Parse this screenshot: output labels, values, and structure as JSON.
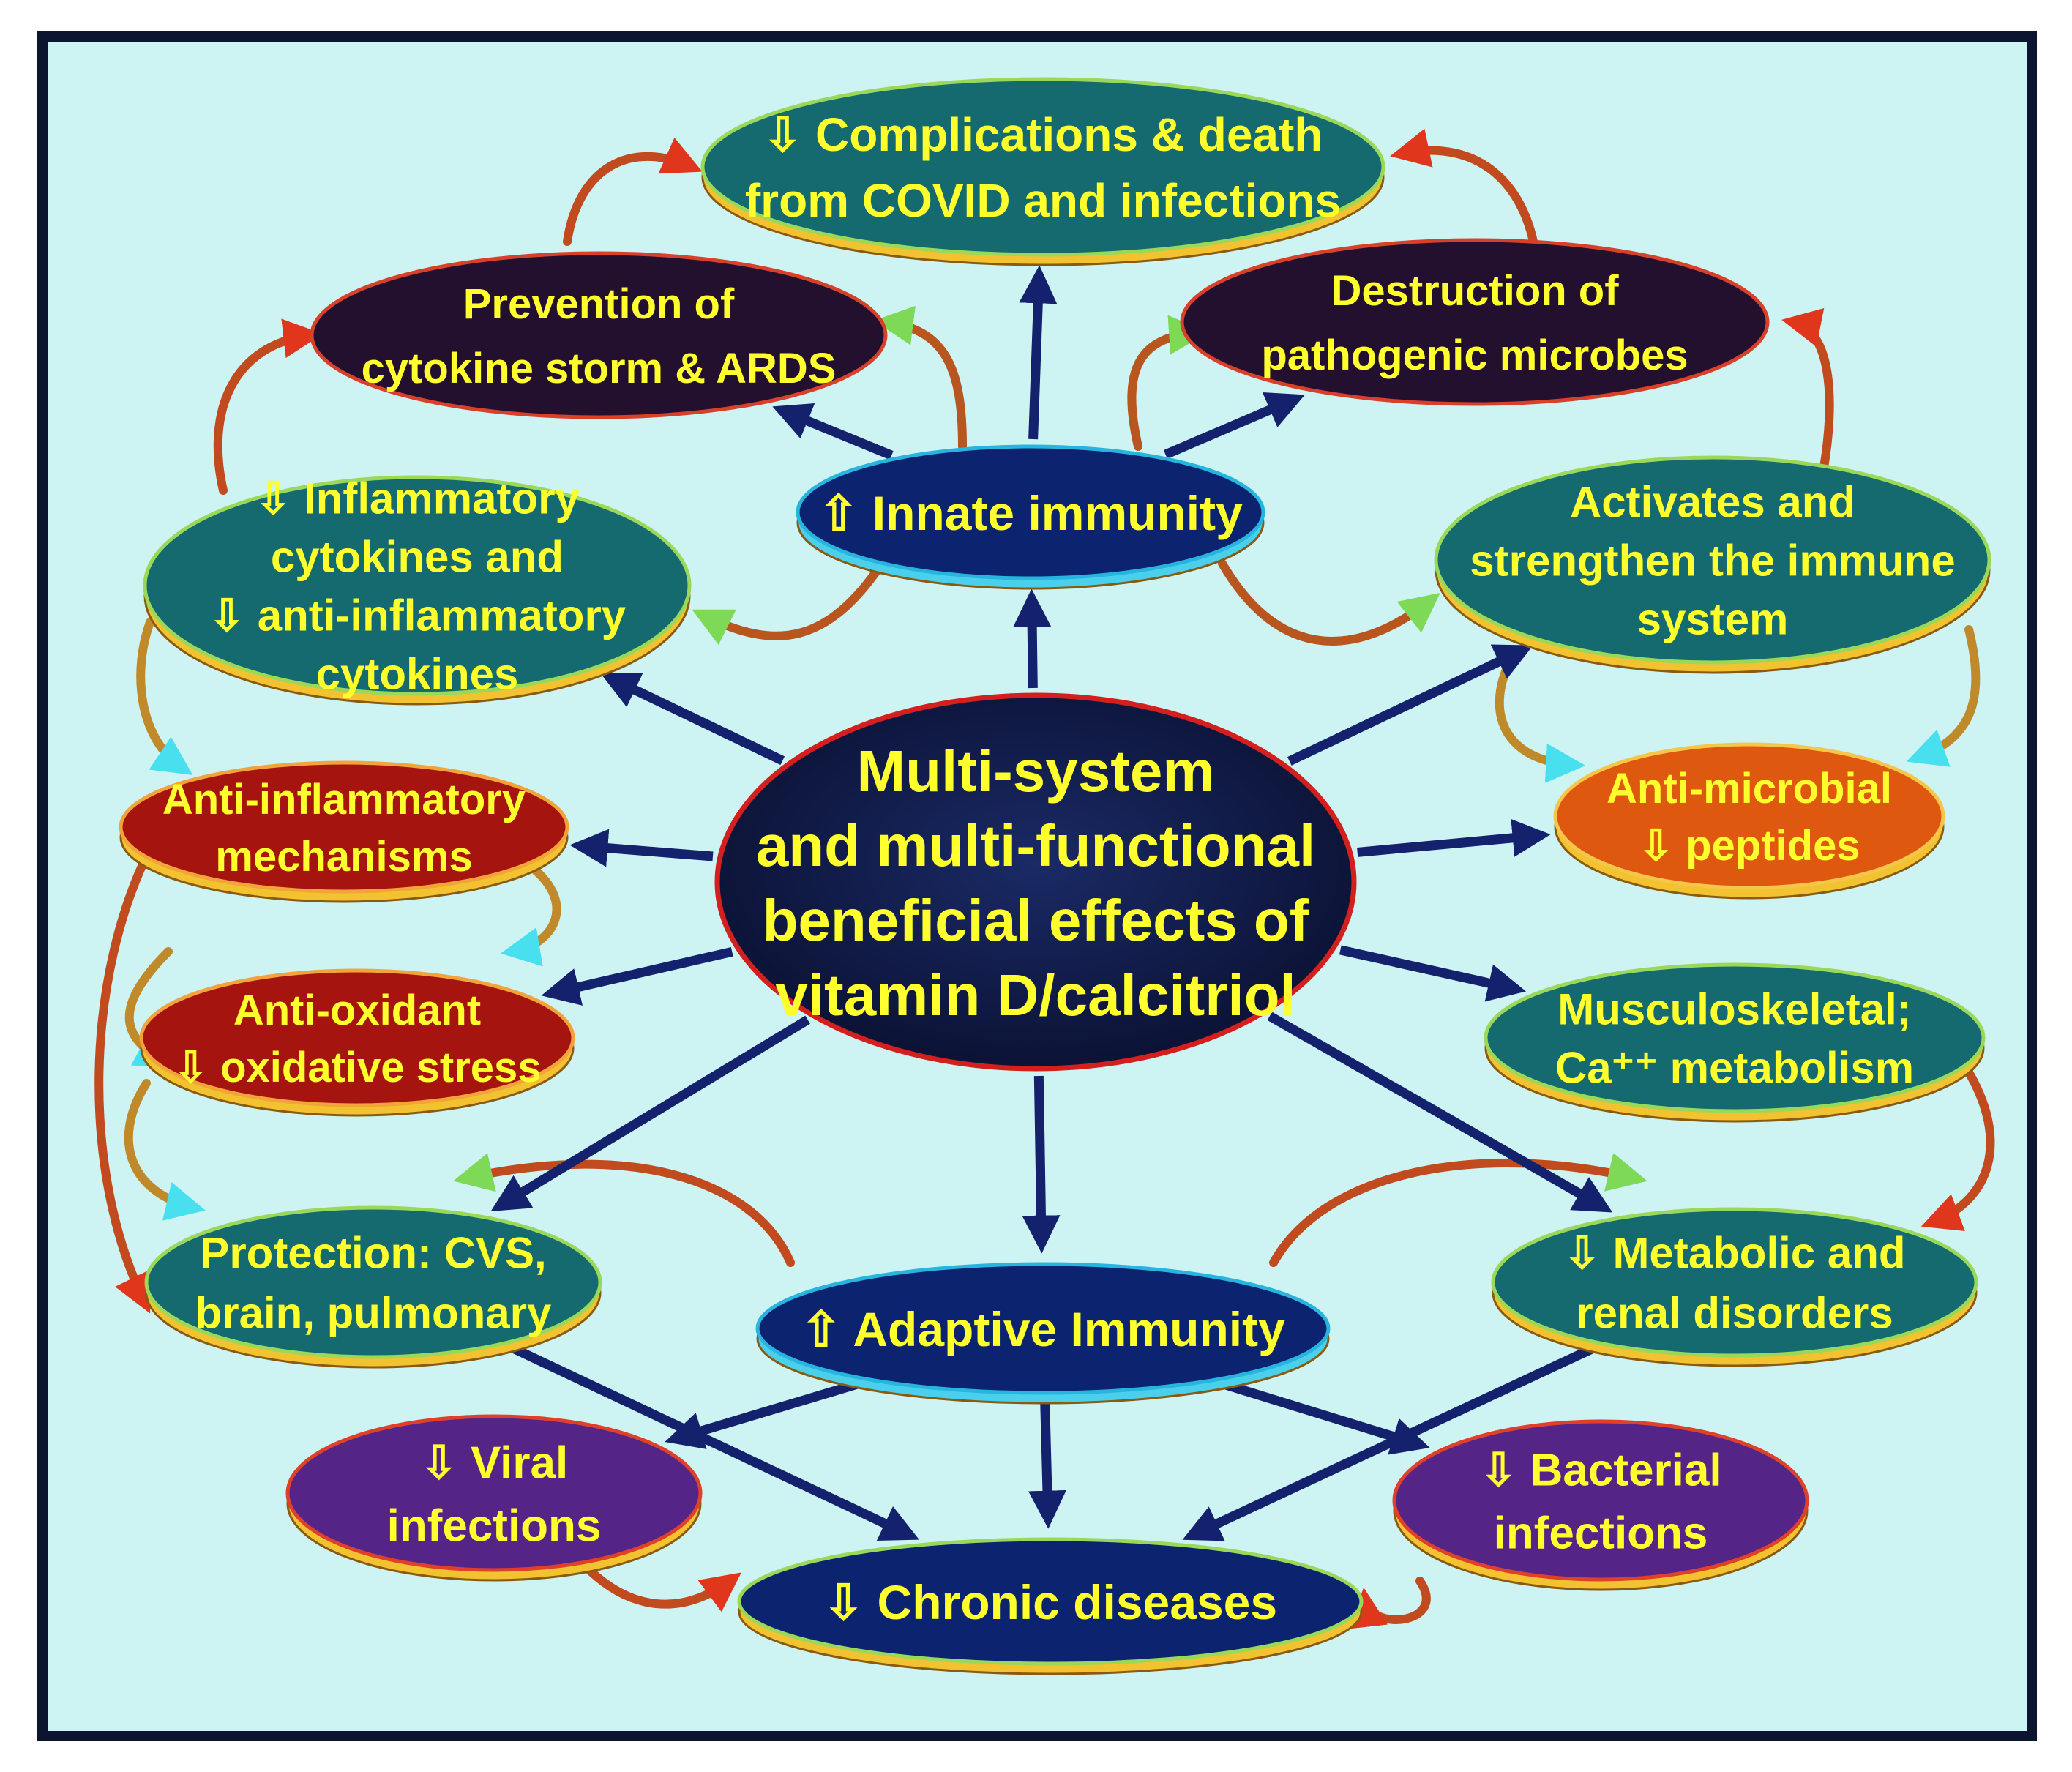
{
  "colors": {
    "background": "#cdf3f3",
    "frame": "#0c1530",
    "text": "#ffff2e",
    "teal": "#146a6e",
    "dark_purple": "#23102f",
    "navy": "#0c2470",
    "red": "#a6140f",
    "orange": "#df5810",
    "purple": "#542587",
    "center": "#0c143a",
    "arrow": "#14226e",
    "connector_warm": "#c24a1f",
    "connector_green": "#5fb83c",
    "connector_cyan": "#3fd2e2"
  },
  "center": {
    "lines": [
      "Multi-system",
      "and multi-functional",
      "beneficial effects of",
      "vitamin D/calcitriol"
    ]
  },
  "hubs": {
    "innate": {
      "lines": [
        "⇧ Innate immunity"
      ]
    },
    "adaptive": {
      "lines": [
        "⇧ Adaptive Immunity"
      ]
    }
  },
  "nodes": {
    "complications": {
      "lines": [
        "⇩ Complications & death",
        "from COVID and infections"
      ]
    },
    "cytokine_storm": {
      "lines": [
        "Prevention of",
        "cytokine storm & ARDS"
      ]
    },
    "destruction": {
      "lines": [
        "Destruction of",
        "pathogenic microbes"
      ]
    },
    "inflammatory_cytokines": {
      "lines": [
        "⇩ Inflammatory",
        "cytokines and",
        "⇩ anti-inflammatory",
        "cytokines"
      ]
    },
    "activates": {
      "lines": [
        "Activates and",
        "strengthen the immune",
        "system"
      ]
    },
    "anti_inflammatory": {
      "lines": [
        "Anti-inflammatory",
        "mechanisms"
      ]
    },
    "antimicrobial": {
      "lines": [
        "Anti-microbial",
        "⇩ peptides"
      ]
    },
    "antioxidant": {
      "lines": [
        "Anti-oxidant",
        "⇩ oxidative stress"
      ]
    },
    "musculoskeletal": {
      "lines": [
        "Musculoskeletal;",
        "Ca⁺⁺ metabolism"
      ]
    },
    "protection": {
      "lines": [
        "Protection: CVS,",
        "brain, pulmonary"
      ]
    },
    "metabolic": {
      "lines": [
        "⇩ Metabolic and",
        "renal disorders"
      ]
    },
    "viral": {
      "lines": [
        "⇩ Viral",
        "infections"
      ]
    },
    "bacterial": {
      "lines": [
        "⇩ Bacterial",
        "infections"
      ]
    },
    "chronic": {
      "lines": [
        "⇩ Chronic diseases"
      ]
    }
  },
  "edges": [
    [
      "center",
      "innate"
    ],
    [
      "center",
      "adaptive"
    ],
    [
      "center",
      "inflammatory_cytokines"
    ],
    [
      "center",
      "activates"
    ],
    [
      "center",
      "anti_inflammatory"
    ],
    [
      "center",
      "antimicrobial"
    ],
    [
      "center",
      "antioxidant"
    ],
    [
      "center",
      "musculoskeletal"
    ],
    [
      "center",
      "protection"
    ],
    [
      "center",
      "metabolic"
    ],
    [
      "innate",
      "complications"
    ],
    [
      "innate",
      "cytokine_storm"
    ],
    [
      "innate",
      "destruction"
    ],
    [
      "adaptive",
      "viral"
    ],
    [
      "adaptive",
      "bacterial"
    ],
    [
      "adaptive",
      "chronic"
    ],
    [
      "protection",
      "chronic"
    ],
    [
      "metabolic",
      "chronic"
    ]
  ]
}
